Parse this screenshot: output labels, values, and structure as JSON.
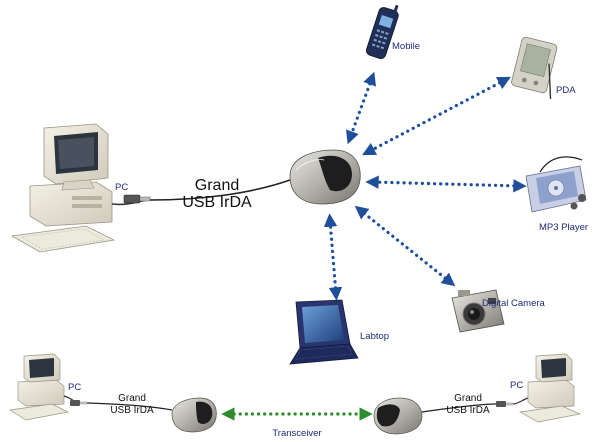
{
  "hub": {
    "line1": "Grand",
    "line2": "USB IrDA"
  },
  "devices": {
    "pc_main": "PC",
    "mobile": "Mobile",
    "pda": "PDA",
    "mp3": "MP3 Player",
    "camera": "Digital Camera",
    "laptop": "Labtop"
  },
  "bottom": {
    "left_pc": "PC",
    "left_hub_line1": "Grand",
    "left_hub_line2": "USB IrDA",
    "right_pc": "PC",
    "right_hub_line1": "Grand",
    "right_hub_line2": "USB IrDA",
    "link_label": "Transceiver"
  },
  "colors": {
    "ir_link": "#1f4e9a",
    "transceiver_link": "#2e8b2e",
    "label": "#1f2a7a"
  }
}
